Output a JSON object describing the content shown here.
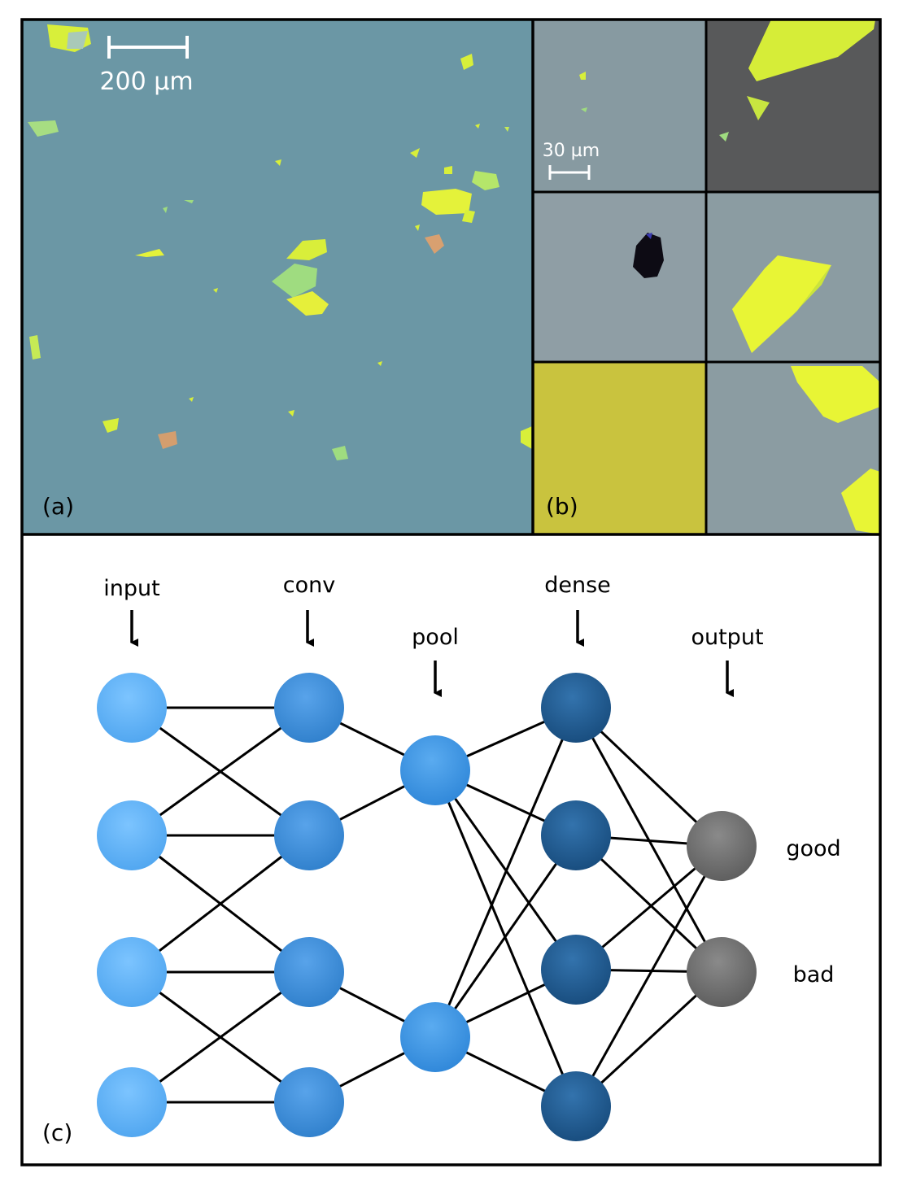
{
  "panel_a": {
    "label": "(a)",
    "scalebar": "200 µm",
    "background": "#6a95a3"
  },
  "panel_b": {
    "label": "(b)",
    "scalebar": "30 µm",
    "tile_colors": [
      "#879aa1",
      "#5a5a58",
      "#8f9ea5",
      "#8b9ca2",
      "#c9c33e",
      "#8b9ca2"
    ]
  },
  "panel_c": {
    "label": "(c)",
    "layers": [
      {
        "name": "input",
        "nodes": 4,
        "color": "#5fb0f2"
      },
      {
        "name": "conv",
        "nodes": 4,
        "color": "#3f8fdc"
      },
      {
        "name": "pool",
        "nodes": 2,
        "color": "#3f93e3"
      },
      {
        "name": "dense",
        "nodes": 4,
        "color": "#1f5b90"
      },
      {
        "name": "output",
        "nodes": 2,
        "color": "#6f6f6f"
      }
    ],
    "output_labels": [
      "good",
      "bad"
    ]
  },
  "colors": {
    "frame": "#000000",
    "flake_yellow": "#d8f02e",
    "flake_green": "#9fd87a",
    "flake_orange": "#d8a070"
  }
}
